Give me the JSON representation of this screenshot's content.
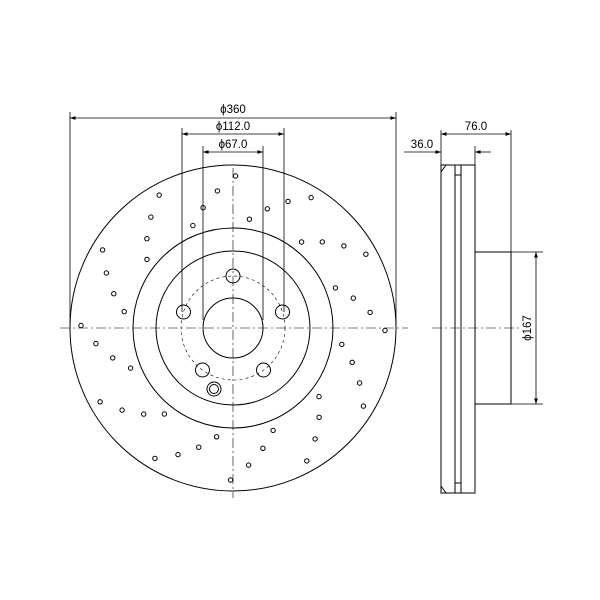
{
  "drawing": {
    "part": "brake-disc",
    "dimensions": {
      "outer_diameter": "ϕ360",
      "bolt_circle_diameter": "ϕ112.0",
      "center_bore_diameter": "ϕ67.0",
      "hat_diameter": "ϕ167",
      "total_height": "76.0",
      "disc_thickness": "36.0"
    }
  }
}
